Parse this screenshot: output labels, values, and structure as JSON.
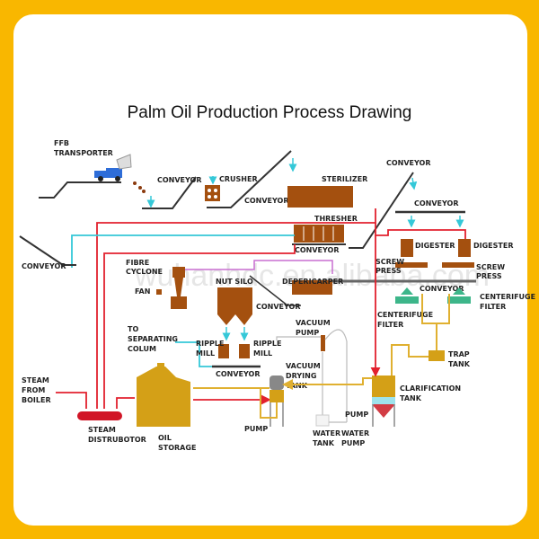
{
  "title": "Palm Oil Production Process Drawing",
  "watermark": "wuhanhdc.en.alibaba.com",
  "colors": {
    "frame": "#F9B700",
    "steam_line": "#E2212E",
    "water_line": "#35C8D8",
    "oil_line": "#E0B030",
    "equipment_brown": "#A4500F",
    "oil_tank": "#D4A017",
    "centrifuge_green": "#3DB68A",
    "fibre_line": "#C86FD0",
    "conveyor": "#333333"
  },
  "labels": {
    "ffb_transporter_1": "FFB",
    "ffb_transporter_2": "TRANSPORTER",
    "conveyor_1": "CONVEYOR",
    "crusher": "CRUSHER",
    "conveyor_2": "CONVEYOR",
    "sterilizer": "STERILIZER",
    "conveyor_3": "CONVEYOR",
    "conveyor_4": "CONVEYOR",
    "thresher": "THRESHER",
    "conveyor_5": "CONVEYOR",
    "digester_1": "DIGESTER",
    "digester_2": "DIGESTER",
    "conveyor_left": "CONVEYOR",
    "fibre_cyclone_1": "FIBRE",
    "fibre_cyclone_2": "CYCLONE",
    "fan": "FAN",
    "nut_silo": "NUT SILO",
    "depericarper": "DEPERICARPER",
    "screw_press_1a": "SCREW",
    "screw_press_1b": "PRESS",
    "screw_press_2a": "SCREW",
    "screw_press_2b": "PRESS",
    "conveyor_6": "CONVEYOR",
    "conveyor_7": "CONVEYOR",
    "centrifuge_filter_1a": "CENTERIFUGE",
    "centrifuge_filter_1b": "FILTER",
    "centrifuge_filter_2a": "CENTERIFUGE",
    "centrifuge_filter_2b": "FILTER",
    "to_separating_1": "TO",
    "to_separating_2": "SEPARATING",
    "to_separating_3": "COLUM",
    "ripple_mill_1a": "RIPPLE",
    "ripple_mill_1b": "MILL",
    "ripple_mill_2a": "RIPPLE",
    "ripple_mill_2b": "MILL",
    "vacuum_pump_1": "VACUUM",
    "vacuum_pump_2": "PUMP",
    "conveyor_8": "CONVEYOR",
    "vacuum_drying_1": "VACUUM",
    "vacuum_drying_2": "DRYING",
    "vacuum_drying_3": "TANK",
    "trap_tank_1": "TRAP",
    "trap_tank_2": "TANK",
    "clarification_1": "CLARIFICATION",
    "clarification_2": "TANK",
    "steam_from_boiler_1": "STEAM",
    "steam_from_boiler_2": "FROM",
    "steam_from_boiler_3": "BOILER",
    "steam_distributor_1": "STEAM",
    "steam_distributor_2": "DISTRUBOTOR",
    "oil_storage_1": "OIL",
    "oil_storage_2": "STORAGE",
    "pump_1": "PUMP",
    "pump_2": "PUMP",
    "water_tank_1": "WATER",
    "water_tank_2": "TANK",
    "water_pump_1": "WATER",
    "water_pump_2": "PUMP"
  }
}
